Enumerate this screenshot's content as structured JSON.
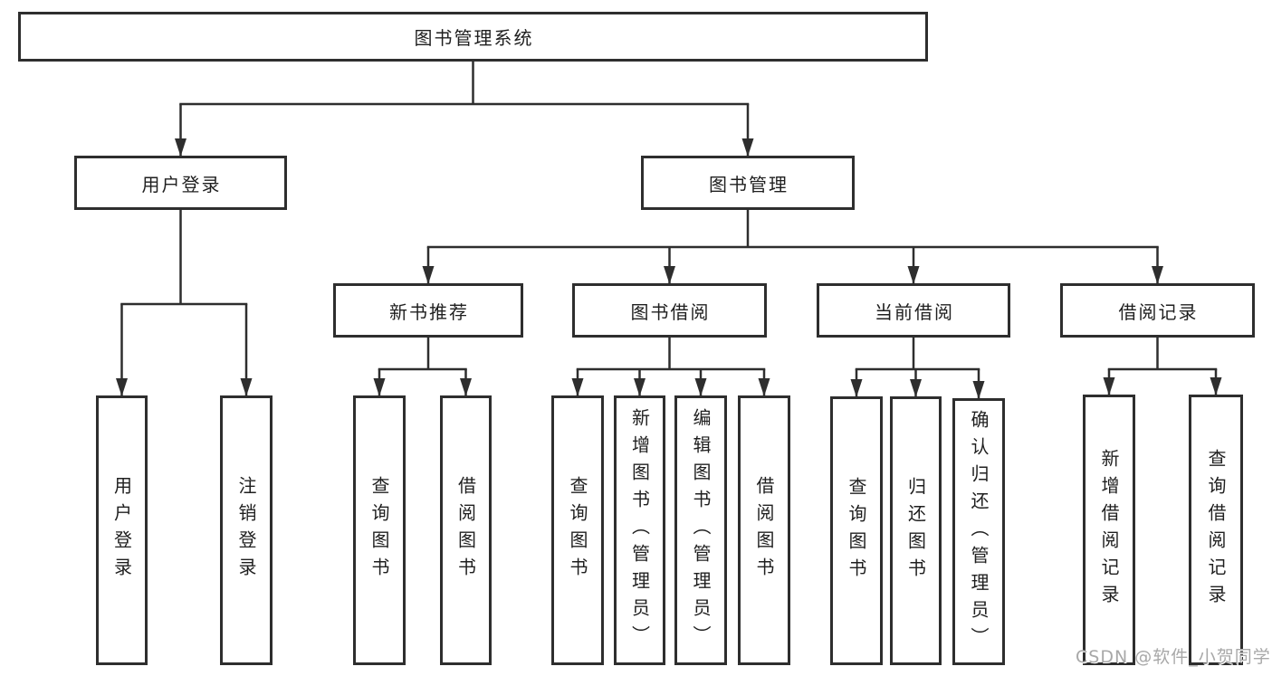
{
  "diagram": {
    "root": {
      "id": "root",
      "label": "图书管理系统",
      "children": [
        {
          "id": "user-login",
          "label": "用户登录",
          "children": [
            {
              "id": "user-login-action",
              "label": "用户登录"
            },
            {
              "id": "logout-action",
              "label": "注销登录"
            }
          ]
        },
        {
          "id": "book-management",
          "label": "图书管理",
          "children": [
            {
              "id": "new-book-recommend",
              "label": "新书推荐",
              "children": [
                {
                  "id": "query-books-recommend",
                  "label": "查询图书"
                },
                {
                  "id": "borrow-books-recommend",
                  "label": "借阅图书"
                }
              ]
            },
            {
              "id": "book-borrowing",
              "label": "图书借阅",
              "children": [
                {
                  "id": "query-books-borrowing",
                  "label": "查询图书"
                },
                {
                  "id": "add-book-admin",
                  "label": "新增图书（管理员）"
                },
                {
                  "id": "edit-book-admin",
                  "label": "编辑图书（管理员）"
                },
                {
                  "id": "borrow-books-borrowing",
                  "label": "借阅图书"
                }
              ]
            },
            {
              "id": "current-borrowing",
              "label": "当前借阅",
              "children": [
                {
                  "id": "query-books-current",
                  "label": "查询图书"
                },
                {
                  "id": "return-books",
                  "label": "归还图书"
                },
                {
                  "id": "confirm-return-admin",
                  "label": "确认归还（管理员）"
                }
              ]
            },
            {
              "id": "borrow-records",
              "label": "借阅记录",
              "children": [
                {
                  "id": "add-borrow-record",
                  "label": "新增借阅记录"
                },
                {
                  "id": "query-borrow-record",
                  "label": "查询借阅记录"
                }
              ]
            }
          ]
        }
      ]
    }
  },
  "watermark": {
    "text": "CSDN @软件_小贺同学"
  },
  "colors": {
    "line": "#2e2e2e",
    "text": "#1f1f1f",
    "background": "#ffffff",
    "watermark": "#a8a8a8"
  }
}
